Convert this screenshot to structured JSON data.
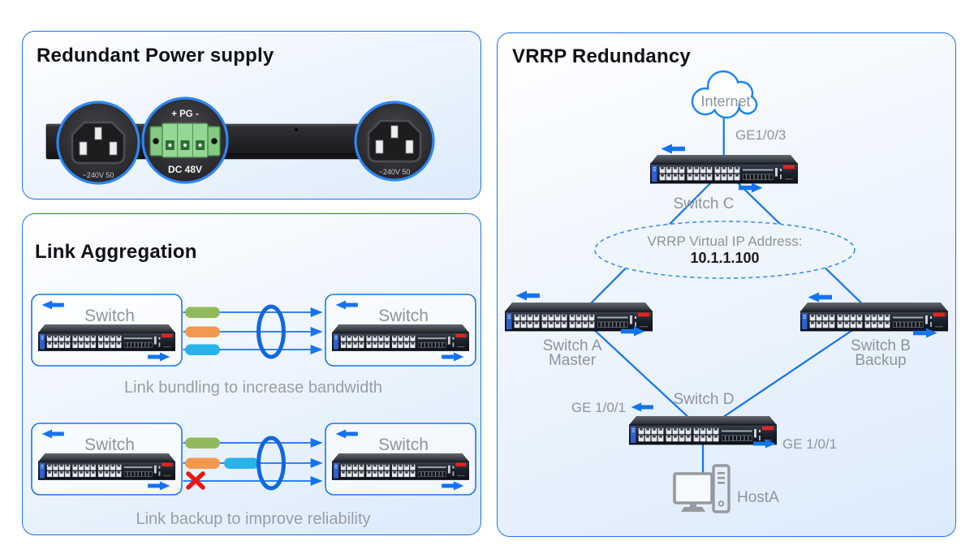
{
  "power_panel": {
    "title": "Redundant Power supply",
    "dc_top_label": "+ PG -",
    "dc_bottom_label": "DC 48V",
    "ac_left_label": "~240V 50",
    "ac_right_label": "~240V 50"
  },
  "aggregation_panel": {
    "title": "Link Aggregation",
    "switch_label": "Switch",
    "bundling_caption": "Link bundling to increase bandwidth",
    "backup_caption": "Link backup to improve reliability"
  },
  "vrrp_panel": {
    "title": "VRRP Redundancy",
    "internet_label": "Internet",
    "uplink_port": "GE1/0/3",
    "switch_c_label": "Switch C",
    "virtual_ip_caption": "VRRP Virtual IP Address:",
    "virtual_ip": "10.1.1.100",
    "switch_a_label": "Switch A",
    "switch_a_role": "Master",
    "switch_b_label": "Switch B",
    "switch_b_role": "Backup",
    "switch_d_label": "Switch D",
    "port_left_label": "GE 1/0/1",
    "port_right_label": "GE 1/0/1",
    "host_label": "HostA"
  },
  "colors": {
    "accent_blue": "#1473f0",
    "panel_border": "#1b74f3",
    "gray_text": "#8f949b",
    "pill_green": "#92ba5c",
    "pill_orange": "#f2994f",
    "pill_cyan": "#27b3e9",
    "red_x": "#e9170e",
    "dc_block_green": "#97d795",
    "logo_red": "#e3241f"
  }
}
